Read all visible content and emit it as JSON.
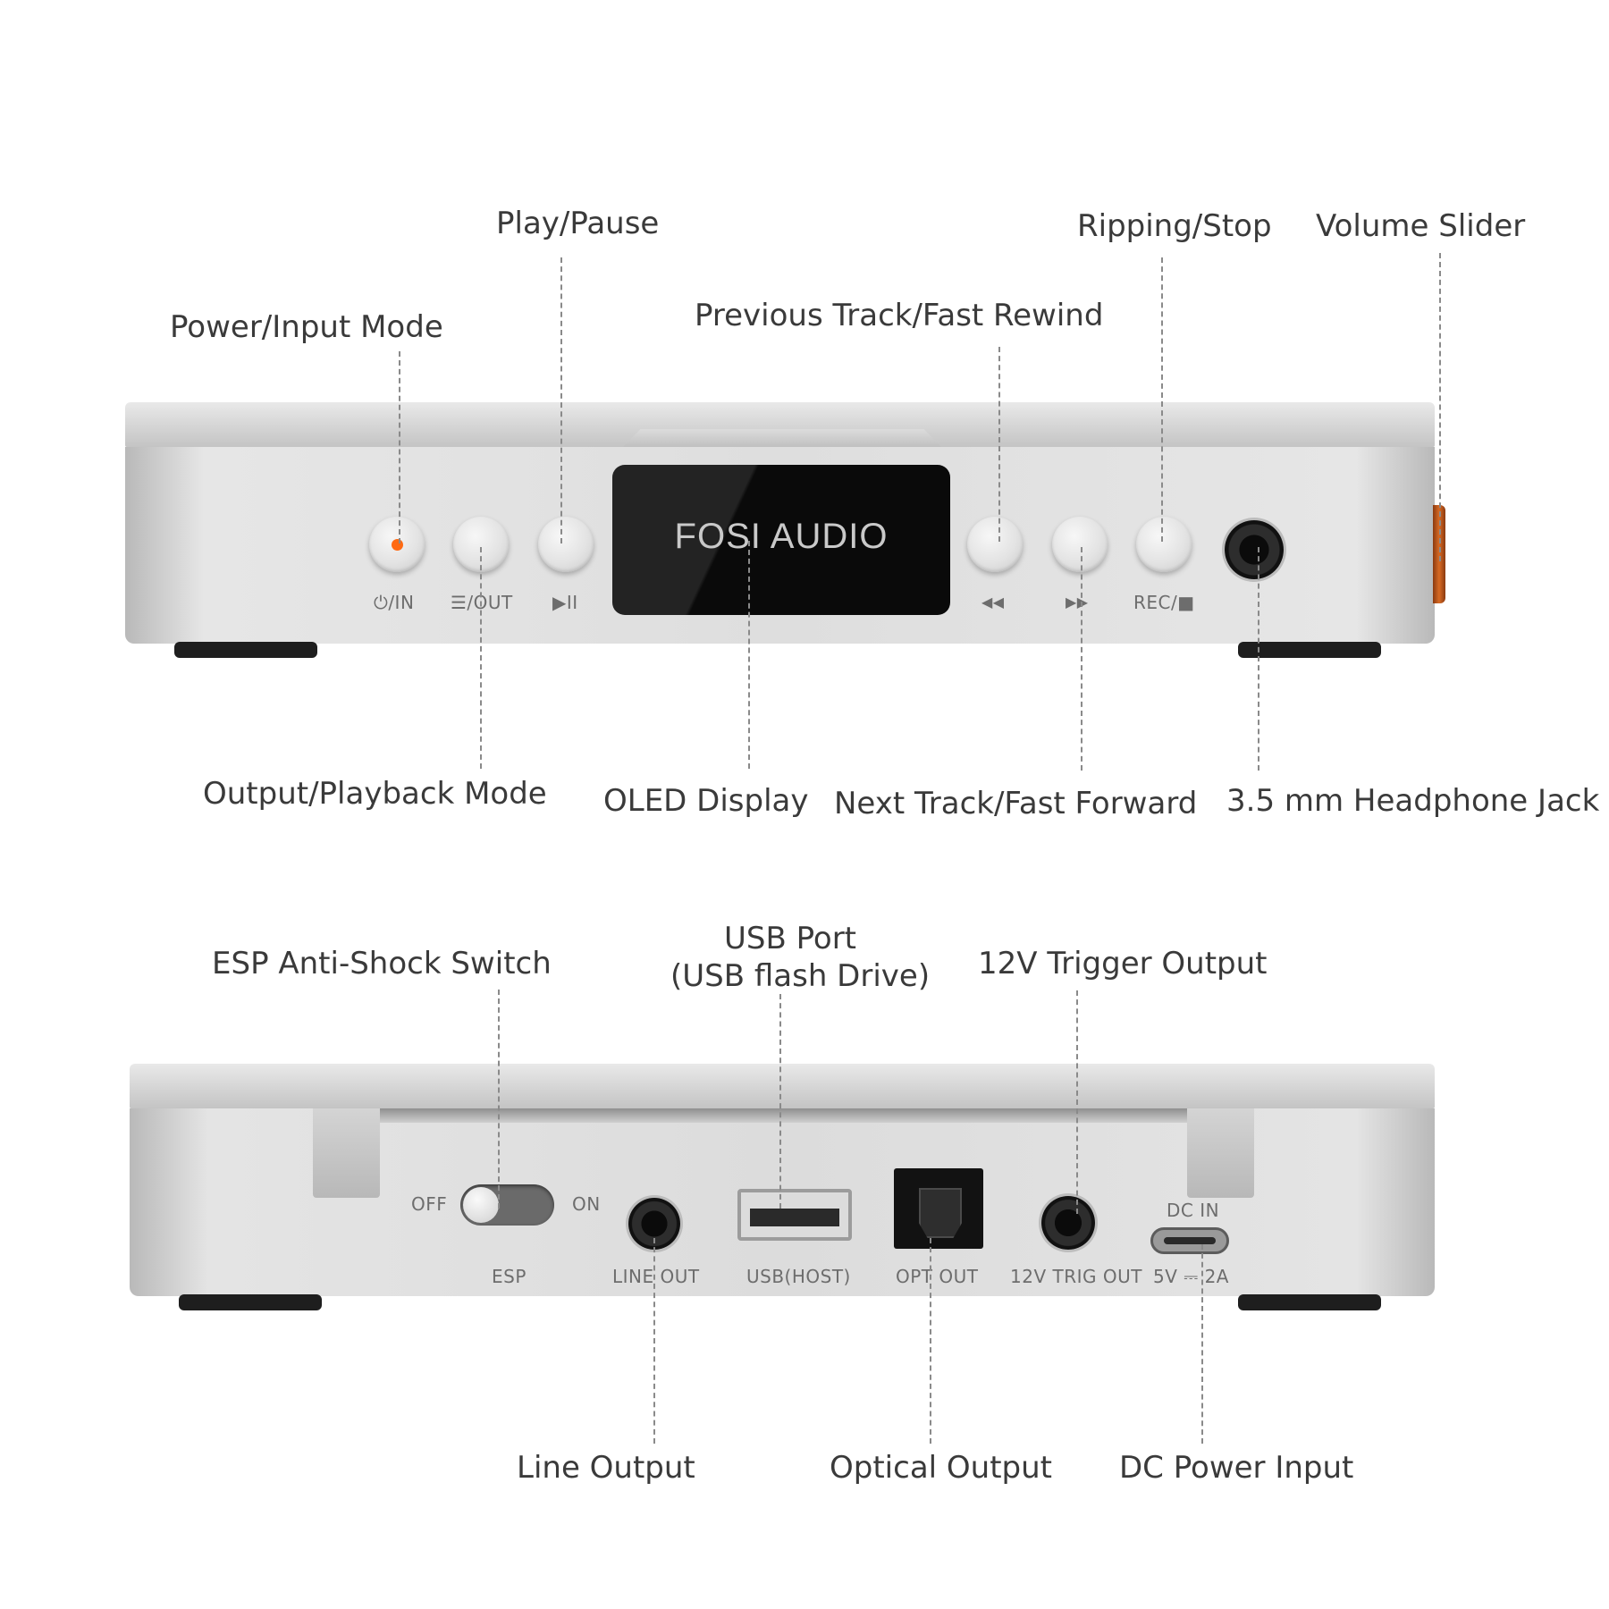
{
  "front": {
    "callouts": {
      "power_input_mode": "Power/Input Mode",
      "play_pause": "Play/Pause",
      "previous_track": "Previous Track/Fast Rewind",
      "ripping_stop": "Ripping/Stop",
      "volume_slider": "Volume Slider",
      "output_playback_mode": "Output/Playback Mode",
      "oled_display": "OLED Display",
      "next_track": "Next Track/Fast Forward",
      "headphone_jack": "3.5 mm Headphone Jack"
    },
    "panel_labels": {
      "power_in": "⏻/IN",
      "menu_out": "☰/OUT",
      "play_pause": "▶II",
      "rewind": "◀◀",
      "forward": "▶▶",
      "rec_stop": "REC/■"
    },
    "display_text": "FOSI AUDIO",
    "colors": {
      "led": "#ff6a13",
      "body": "#d9d9d9",
      "display": "#0a0a0a",
      "volume_knob": "#c8601f"
    }
  },
  "rear": {
    "callouts": {
      "esp_switch": "ESP Anti-Shock Switch",
      "usb_port_line1": "USB Port",
      "usb_port_line2": "(USB flash Drive)",
      "trigger_output": "12V Trigger Output",
      "line_output": "Line Output",
      "optical_output": "Optical Output",
      "dc_power_input": "DC Power Input"
    },
    "panel_labels": {
      "off": "OFF",
      "on": "ON",
      "esp": "ESP",
      "line_out": "LINE OUT",
      "usb_host": "USB(HOST)",
      "opt_out": "OPT OUT",
      "trig_out": "12V TRIG OUT",
      "dc_in": "DC IN",
      "dc_rating": "5V ⎓ 2A"
    }
  }
}
